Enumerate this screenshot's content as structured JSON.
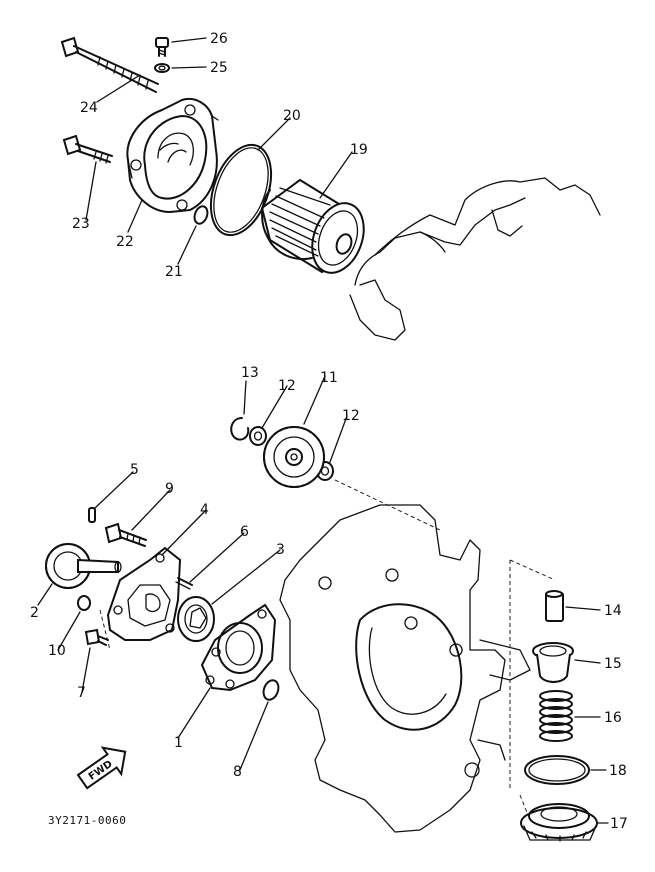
{
  "diagram": {
    "part_numbers": {
      "p1": "1",
      "p2": "2",
      "p3": "3",
      "p4": "4",
      "p5": "5",
      "p6": "6",
      "p7": "7",
      "p8": "8",
      "p9": "9",
      "p10": "10",
      "p11": "11",
      "p12a": "12",
      "p12b": "12",
      "p13": "13",
      "p14": "14",
      "p15": "15",
      "p16": "16",
      "p17": "17",
      "p18": "18",
      "p19": "19",
      "p20": "20",
      "p21": "21",
      "p22": "22",
      "p23": "23",
      "p24": "24",
      "p25": "25",
      "p26": "26"
    },
    "fwd_marker": "FWD",
    "figure_code": "3Y2171-0060"
  }
}
